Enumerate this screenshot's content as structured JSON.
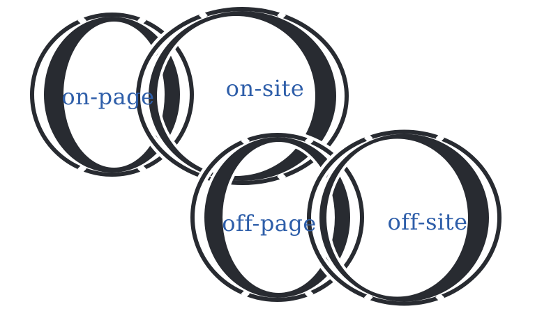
{
  "diagram": {
    "background_color": "#ffffff",
    "ink_color": "#282b31",
    "label_color": "#2e5ea9",
    "circles": [
      {
        "label": "on-page"
      },
      {
        "label": "on-site"
      },
      {
        "label": "off-page"
      },
      {
        "label": "off-site"
      }
    ]
  }
}
